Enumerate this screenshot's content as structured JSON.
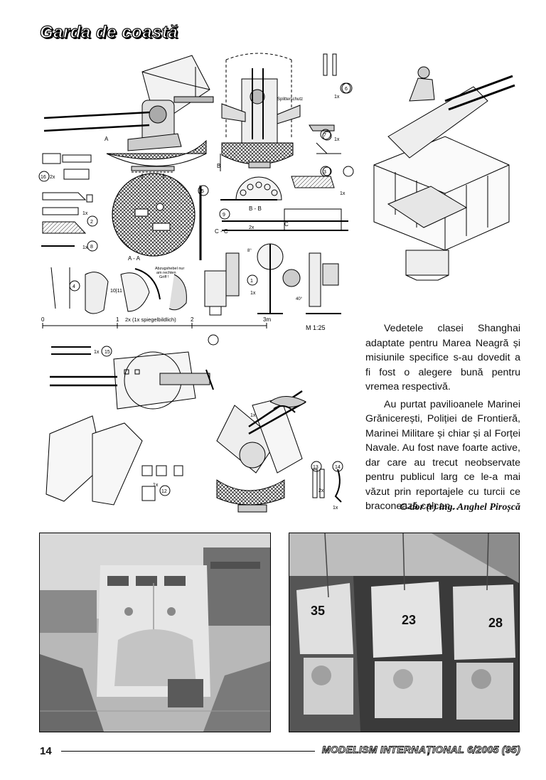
{
  "header": {
    "section_title": "Garda de coastă"
  },
  "drawings": {
    "labels": {
      "section_aa": "A - A",
      "section_bb": "B - B",
      "section_cc": "C - C",
      "marker_a": "A",
      "marker_b": "B",
      "marker_c": "C",
      "splitterschutz": "Splitterschutz",
      "trigger_note_1": "Abzugshebel nur",
      "trigger_note_2": "am rechten",
      "trigger_note_3": "Griff !",
      "mirror_note": "2x (1x spiegelbildlich)",
      "scale_ratio": "M 1:25",
      "scale_0": "0",
      "scale_1": "1",
      "scale_2": "2",
      "scale_3": "3m",
      "angle_8": "8°",
      "angle_40": "40°",
      "part_1": "1",
      "part_2": "2",
      "part_3": "3",
      "part_4": "4",
      "part_5": "5",
      "part_6": "6",
      "part_7": "7",
      "part_8": "8",
      "part_9": "9",
      "part_10_11": "10|11",
      "part_12": "12",
      "part_13": "13",
      "part_14": "14",
      "part_15": "15",
      "part_16": "16",
      "qty_1x": "1x",
      "qty_2x": "2x"
    }
  },
  "article": {
    "paragraphs": [
      "Vedetele clasei Shanghai adaptate pentru Marea Neagră și misiunile specifice s-au dovedit a fi fost o alegere bună pentru vremea respectivă.",
      "Au purtat pavilioanele Marinei Grănicerești, Poliției de Frontieră, Marinei Militare și chiar și al Forței Navale. Au fost nave foarte active, dar care au trecut neobservate pentru publicul larg ce le-a mai văzut prin reportajele cu turcii ce braconează calcan..."
    ],
    "author": "C-dor (r) ing. Anghel Piroșcă"
  },
  "photos": {
    "right_hull_numbers": [
      "35",
      "23",
      "28"
    ]
  },
  "footer": {
    "page_number": "14",
    "magazine": "MODELISM INTERNAȚIONAL 6/2005 (95)"
  }
}
